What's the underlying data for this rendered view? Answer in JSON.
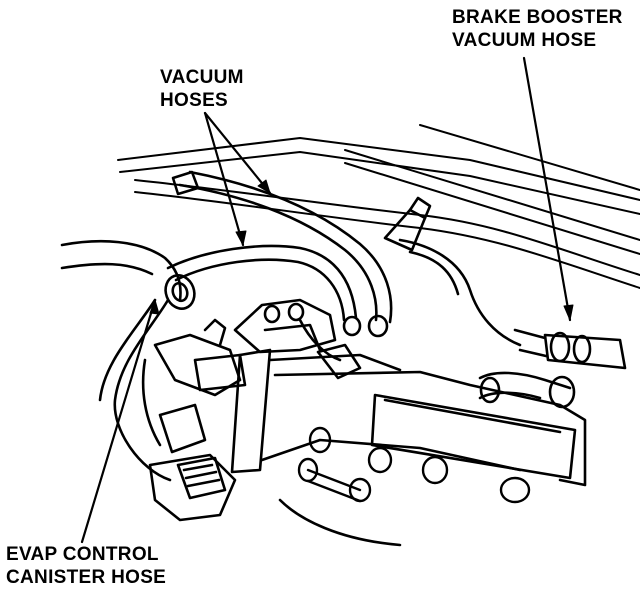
{
  "labels": {
    "vacuum_hoses": {
      "line1": "VACUUM",
      "line2": "HOSES"
    },
    "brake_booster": {
      "line1": "BRAKE BOOSTER",
      "line2": "VACUUM HOSE"
    },
    "evap_control": {
      "line1": "EVAP CONTROL",
      "line2": "CANISTER HOSE"
    }
  },
  "colors": {
    "ink": "#000000",
    "paper": "#ffffff"
  }
}
